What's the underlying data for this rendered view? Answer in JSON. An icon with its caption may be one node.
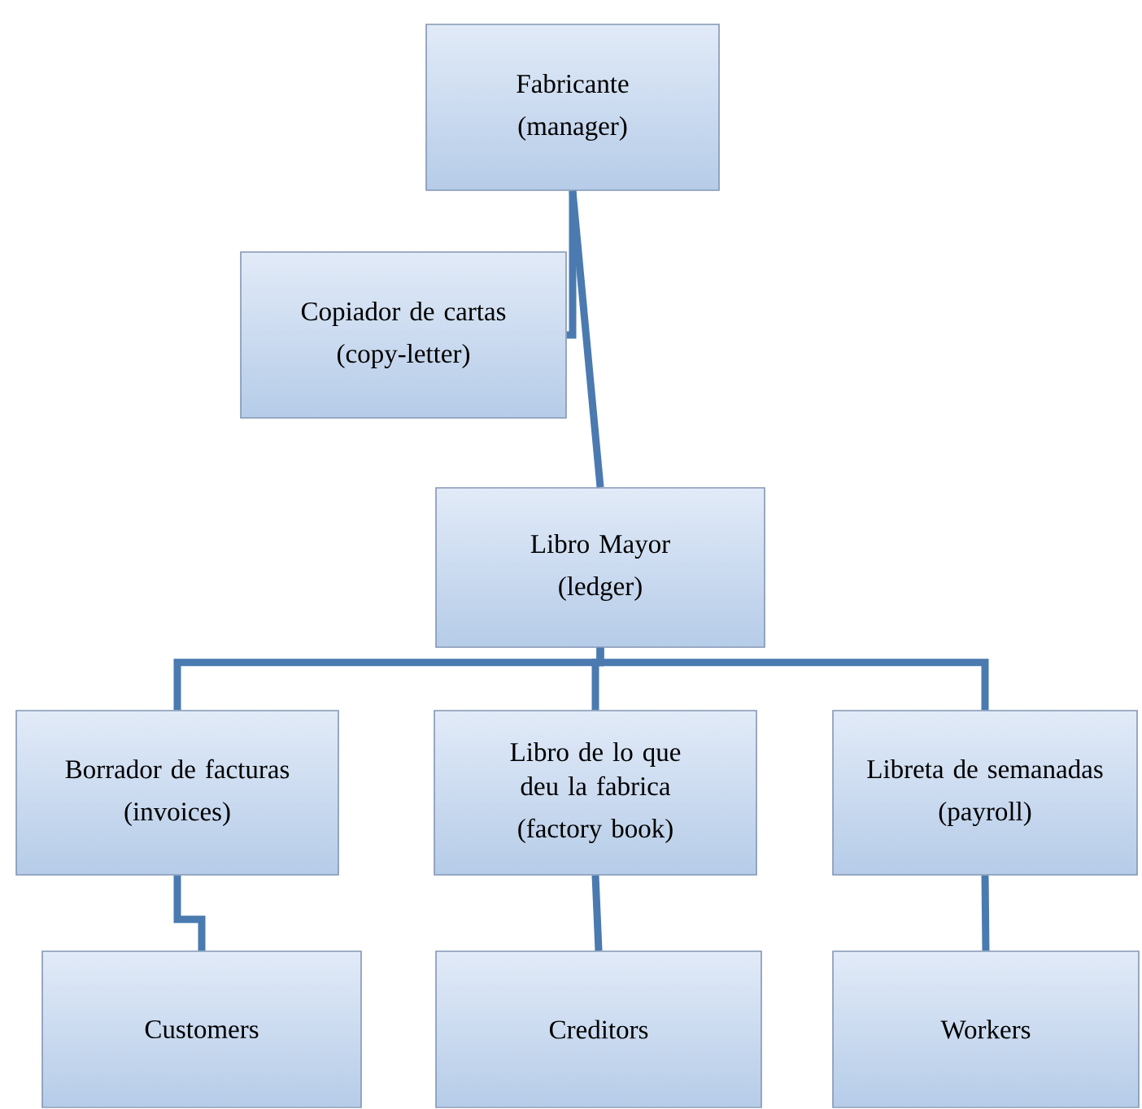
{
  "diagram": {
    "nodes": [
      {
        "text": [
          "Fabricante",
          "(manager)"
        ]
      },
      {
        "text": [
          "Copiador de cartas",
          "(copy-letter)"
        ]
      },
      {
        "text": [
          "Libro Mayor",
          "(ledger)"
        ]
      },
      {
        "text": [
          "Borrador de facturas",
          "(invoices)"
        ]
      },
      {
        "text": [
          "Libro de lo que deu la fabrica",
          "(factory book)"
        ]
      },
      {
        "text": [
          "Libreta de semanadas",
          "(payroll)"
        ]
      },
      {
        "text": [
          "Customers"
        ]
      },
      {
        "text": [
          "Creditors"
        ]
      },
      {
        "text": [
          "Workers"
        ]
      }
    ],
    "edges": [
      {
        "from": 0,
        "to": 1,
        "arrow": "none"
      },
      {
        "from": 0,
        "to": 2,
        "arrow": "none"
      },
      {
        "from": 2,
        "to": 3,
        "arrow": "none"
      },
      {
        "from": 2,
        "to": 4,
        "arrow": "none"
      },
      {
        "from": 2,
        "to": 5,
        "arrow": "none"
      },
      {
        "from": 3,
        "to": 6,
        "arrow": "none"
      },
      {
        "from": 4,
        "to": 7,
        "arrow": "none"
      },
      {
        "from": 5,
        "to": 8,
        "arrow": "none"
      }
    ]
  }
}
